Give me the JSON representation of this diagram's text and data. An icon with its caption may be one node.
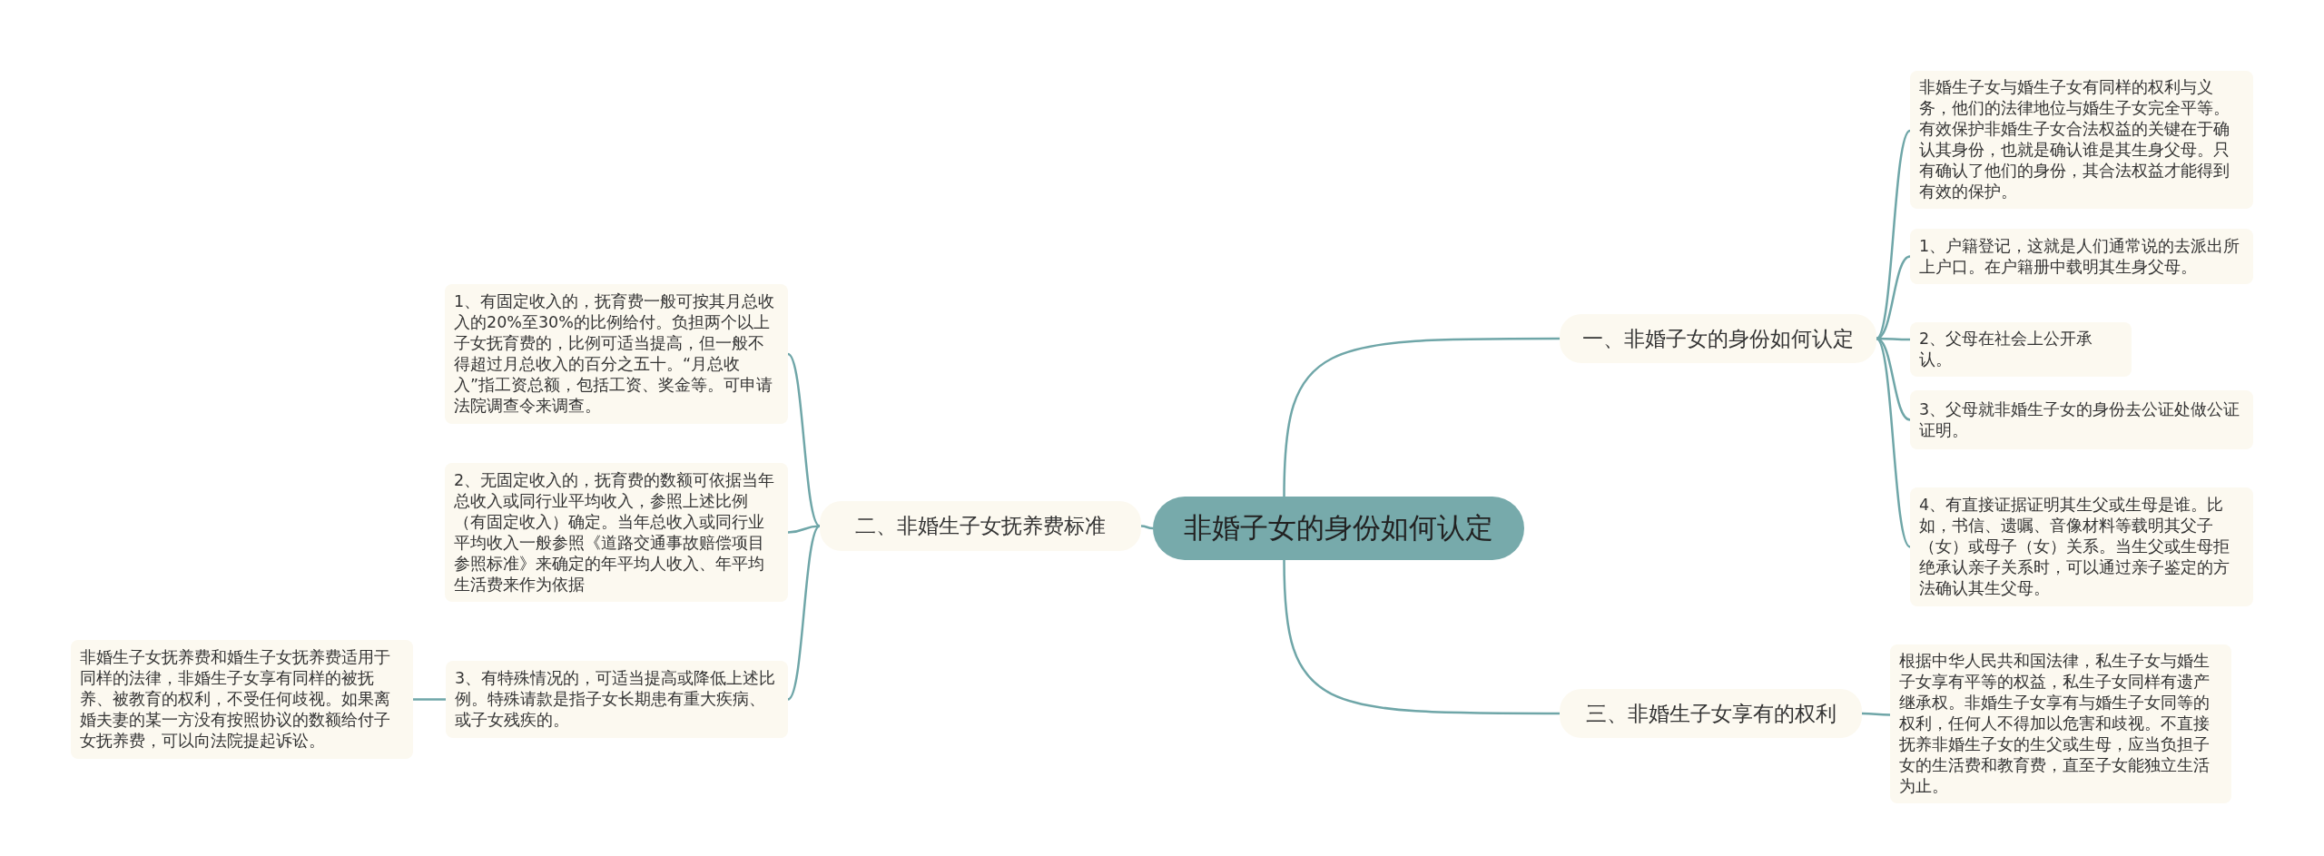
{
  "diagram": {
    "nodes": [
      {
        "text": [
          "非婚子女的身份如何认定"
        ]
      },
      {
        "text": [
          "一、非婚子女的身份如何认定"
        ]
      },
      {
        "text": [
          "三、非婚生子女享有的权利"
        ]
      },
      {
        "text": [
          "二、非婚生子女抚养费标准"
        ]
      },
      {
        "text": [
          "非婚生子女与婚生子女有同样的权利与义务，他们的法律地位与婚生子女完全平等。有效保护非婚生子女合法权益的关键在于确认其身份，也就是确认谁是其生身父母。只有确认了他们的身份，其合法权益才能得到有效的保护。"
        ]
      },
      {
        "text": [
          "1、户籍登记，这就是人们通常说的去派出所上户口。在户籍册中载明其生身父母。"
        ]
      },
      {
        "text": [
          "2、父母在社会上公开承认。"
        ]
      },
      {
        "text": [
          "3、父母就非婚生子女的身份去公证处做公证证明。"
        ]
      },
      {
        "text": [
          "4、有直接证据证明其生父或生母是谁。比如，书信、遗嘱、音像材料等载明其父子（女）或母子（女）关系。当生父或生母拒绝承认亲子关系时，可以通过亲子鉴定的方法确认其生父母。"
        ]
      },
      {
        "text": [
          "根据中华人民共和国法律，私生子女与婚生子女享有平等的权益，私生子女同样有遗产继承权。非婚生子女享有与婚生子女同等的权利，任何人不得加以危害和歧视。不直接抚养非婚生子女的生父或生母，应当负担子女的生活费和教育费，直至子女能独立生活为止。"
        ]
      },
      {
        "text": [
          "1、有固定收入的，抚育费一般可按其月总收入的20%至30%的比例给付。负担两个以上子女抚育费的，比例可适当提高，但一般不得超过月总收入的百分之五十。“月总收入”指工资总额，包括工资、奖金等。可申请法院调查令来调查。"
        ]
      },
      {
        "text": [
          "2、无固定收入的，抚育费的数额可依据当年总收入或同行业平均收入，参照上述比例（有固定收入）确定。当年总收入或同行业平均收入一般参照《道路交通事故赔偿项目参照标准》来确定的年平均人收入、年平均生活费来作为依据"
        ]
      },
      {
        "text": [
          "3、有特殊情况的，可适当提高或降低上述比例。特殊请款是指子女长期患有重大疾病、或子女残疾的。"
        ]
      },
      {
        "text": [
          "非婚生子女抚养费和婚生子女抚养费适用于同样的法律，非婚生子女享有同样的被抚养、被教育的权利，不受任何歧视。如果离婚夫妻的某一方没有按照协议的数额给付子女抚养费，可以向法院提起诉讼。"
        ]
      }
    ],
    "edges": [
      {
        "from": 0,
        "to": 1,
        "arrow": "none"
      },
      {
        "from": 0,
        "to": 2,
        "arrow": "none"
      },
      {
        "from": 0,
        "to": 3,
        "arrow": "none"
      },
      {
        "from": 1,
        "to": 4,
        "arrow": "none"
      },
      {
        "from": 1,
        "to": 5,
        "arrow": "none"
      },
      {
        "from": 1,
        "to": 6,
        "arrow": "none"
      },
      {
        "from": 1,
        "to": 7,
        "arrow": "none"
      },
      {
        "from": 1,
        "to": 8,
        "arrow": "none"
      },
      {
        "from": 2,
        "to": 9,
        "arrow": "none"
      },
      {
        "from": 3,
        "to": 10,
        "arrow": "none"
      },
      {
        "from": 3,
        "to": 11,
        "arrow": "none"
      },
      {
        "from": 3,
        "to": 12,
        "arrow": "none"
      },
      {
        "from": 12,
        "to": 13,
        "arrow": "none"
      }
    ]
  }
}
